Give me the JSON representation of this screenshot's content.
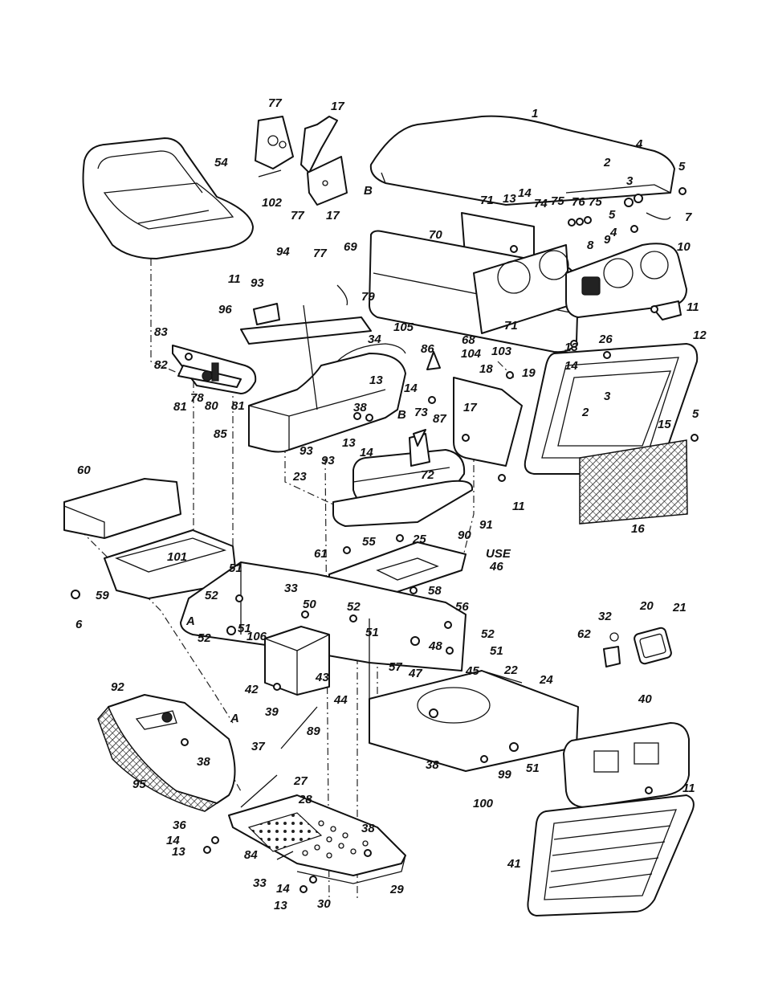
{
  "diagram": {
    "callouts": [
      {
        "text": "77"
      },
      {
        "text": "17"
      },
      {
        "text": "54"
      },
      {
        "text": "102"
      },
      {
        "text": "77"
      },
      {
        "text": "17"
      },
      {
        "text": "1"
      },
      {
        "text": "B"
      },
      {
        "text": "4"
      },
      {
        "text": "5"
      },
      {
        "text": "2"
      },
      {
        "text": "3"
      },
      {
        "text": "13"
      },
      {
        "text": "14"
      },
      {
        "text": "74"
      },
      {
        "text": "75"
      },
      {
        "text": "76"
      },
      {
        "text": "75"
      },
      {
        "text": "71"
      },
      {
        "text": "70"
      },
      {
        "text": "5"
      },
      {
        "text": "7"
      },
      {
        "text": "4"
      },
      {
        "text": "69"
      },
      {
        "text": "8"
      },
      {
        "text": "9"
      },
      {
        "text": "10"
      },
      {
        "text": "94"
      },
      {
        "text": "77"
      },
      {
        "text": "11"
      },
      {
        "text": "93"
      },
      {
        "text": "79"
      },
      {
        "text": "96"
      },
      {
        "text": "11"
      },
      {
        "text": "71"
      },
      {
        "text": "68"
      },
      {
        "text": "26"
      },
      {
        "text": "105"
      },
      {
        "text": "12"
      },
      {
        "text": "83"
      },
      {
        "text": "34"
      },
      {
        "text": "86"
      },
      {
        "text": "104"
      },
      {
        "text": "103"
      },
      {
        "text": "13"
      },
      {
        "text": "82"
      },
      {
        "text": "18"
      },
      {
        "text": "19"
      },
      {
        "text": "14"
      },
      {
        "text": "3"
      },
      {
        "text": "81"
      },
      {
        "text": "78"
      },
      {
        "text": "80"
      },
      {
        "text": "81"
      },
      {
        "text": "13"
      },
      {
        "text": "14"
      },
      {
        "text": "38"
      },
      {
        "text": "B"
      },
      {
        "text": "87"
      },
      {
        "text": "73"
      },
      {
        "text": "17"
      },
      {
        "text": "2"
      },
      {
        "text": "5"
      },
      {
        "text": "15"
      },
      {
        "text": "85"
      },
      {
        "text": "13"
      },
      {
        "text": "14"
      },
      {
        "text": "93"
      },
      {
        "text": "93"
      },
      {
        "text": "72"
      },
      {
        "text": "23"
      },
      {
        "text": "11"
      },
      {
        "text": "60"
      },
      {
        "text": "16"
      },
      {
        "text": "91"
      },
      {
        "text": "90"
      },
      {
        "text": "25"
      },
      {
        "text": "55"
      },
      {
        "text": "61"
      },
      {
        "text": "USE"
      },
      {
        "text": "101"
      },
      {
        "text": "46"
      },
      {
        "text": "51"
      },
      {
        "text": "33"
      },
      {
        "text": "58"
      },
      {
        "text": "6"
      },
      {
        "text": "59"
      },
      {
        "text": "52"
      },
      {
        "text": "50"
      },
      {
        "text": "56"
      },
      {
        "text": "A"
      },
      {
        "text": "52"
      },
      {
        "text": "51"
      },
      {
        "text": "106"
      },
      {
        "text": "52"
      },
      {
        "text": "51"
      },
      {
        "text": "32"
      },
      {
        "text": "20"
      },
      {
        "text": "21"
      },
      {
        "text": "62"
      },
      {
        "text": "48"
      },
      {
        "text": "52"
      },
      {
        "text": "51"
      },
      {
        "text": "43"
      },
      {
        "text": "57"
      },
      {
        "text": "47"
      },
      {
        "text": "45"
      },
      {
        "text": "22"
      },
      {
        "text": "42"
      },
      {
        "text": "44"
      },
      {
        "text": "24"
      },
      {
        "text": "92"
      },
      {
        "text": "39"
      },
      {
        "text": "A"
      },
      {
        "text": "89"
      },
      {
        "text": "40"
      },
      {
        "text": "37"
      },
      {
        "text": "38"
      },
      {
        "text": "38"
      },
      {
        "text": "51"
      },
      {
        "text": "99"
      },
      {
        "text": "95"
      },
      {
        "text": "27"
      },
      {
        "text": "100"
      },
      {
        "text": "11"
      },
      {
        "text": "28"
      },
      {
        "text": "36"
      },
      {
        "text": "38"
      },
      {
        "text": "14"
      },
      {
        "text": "13"
      },
      {
        "text": "84"
      },
      {
        "text": "41"
      },
      {
        "text": "33"
      },
      {
        "text": "29"
      },
      {
        "text": "14"
      },
      {
        "text": "13"
      },
      {
        "text": "30"
      }
    ]
  }
}
